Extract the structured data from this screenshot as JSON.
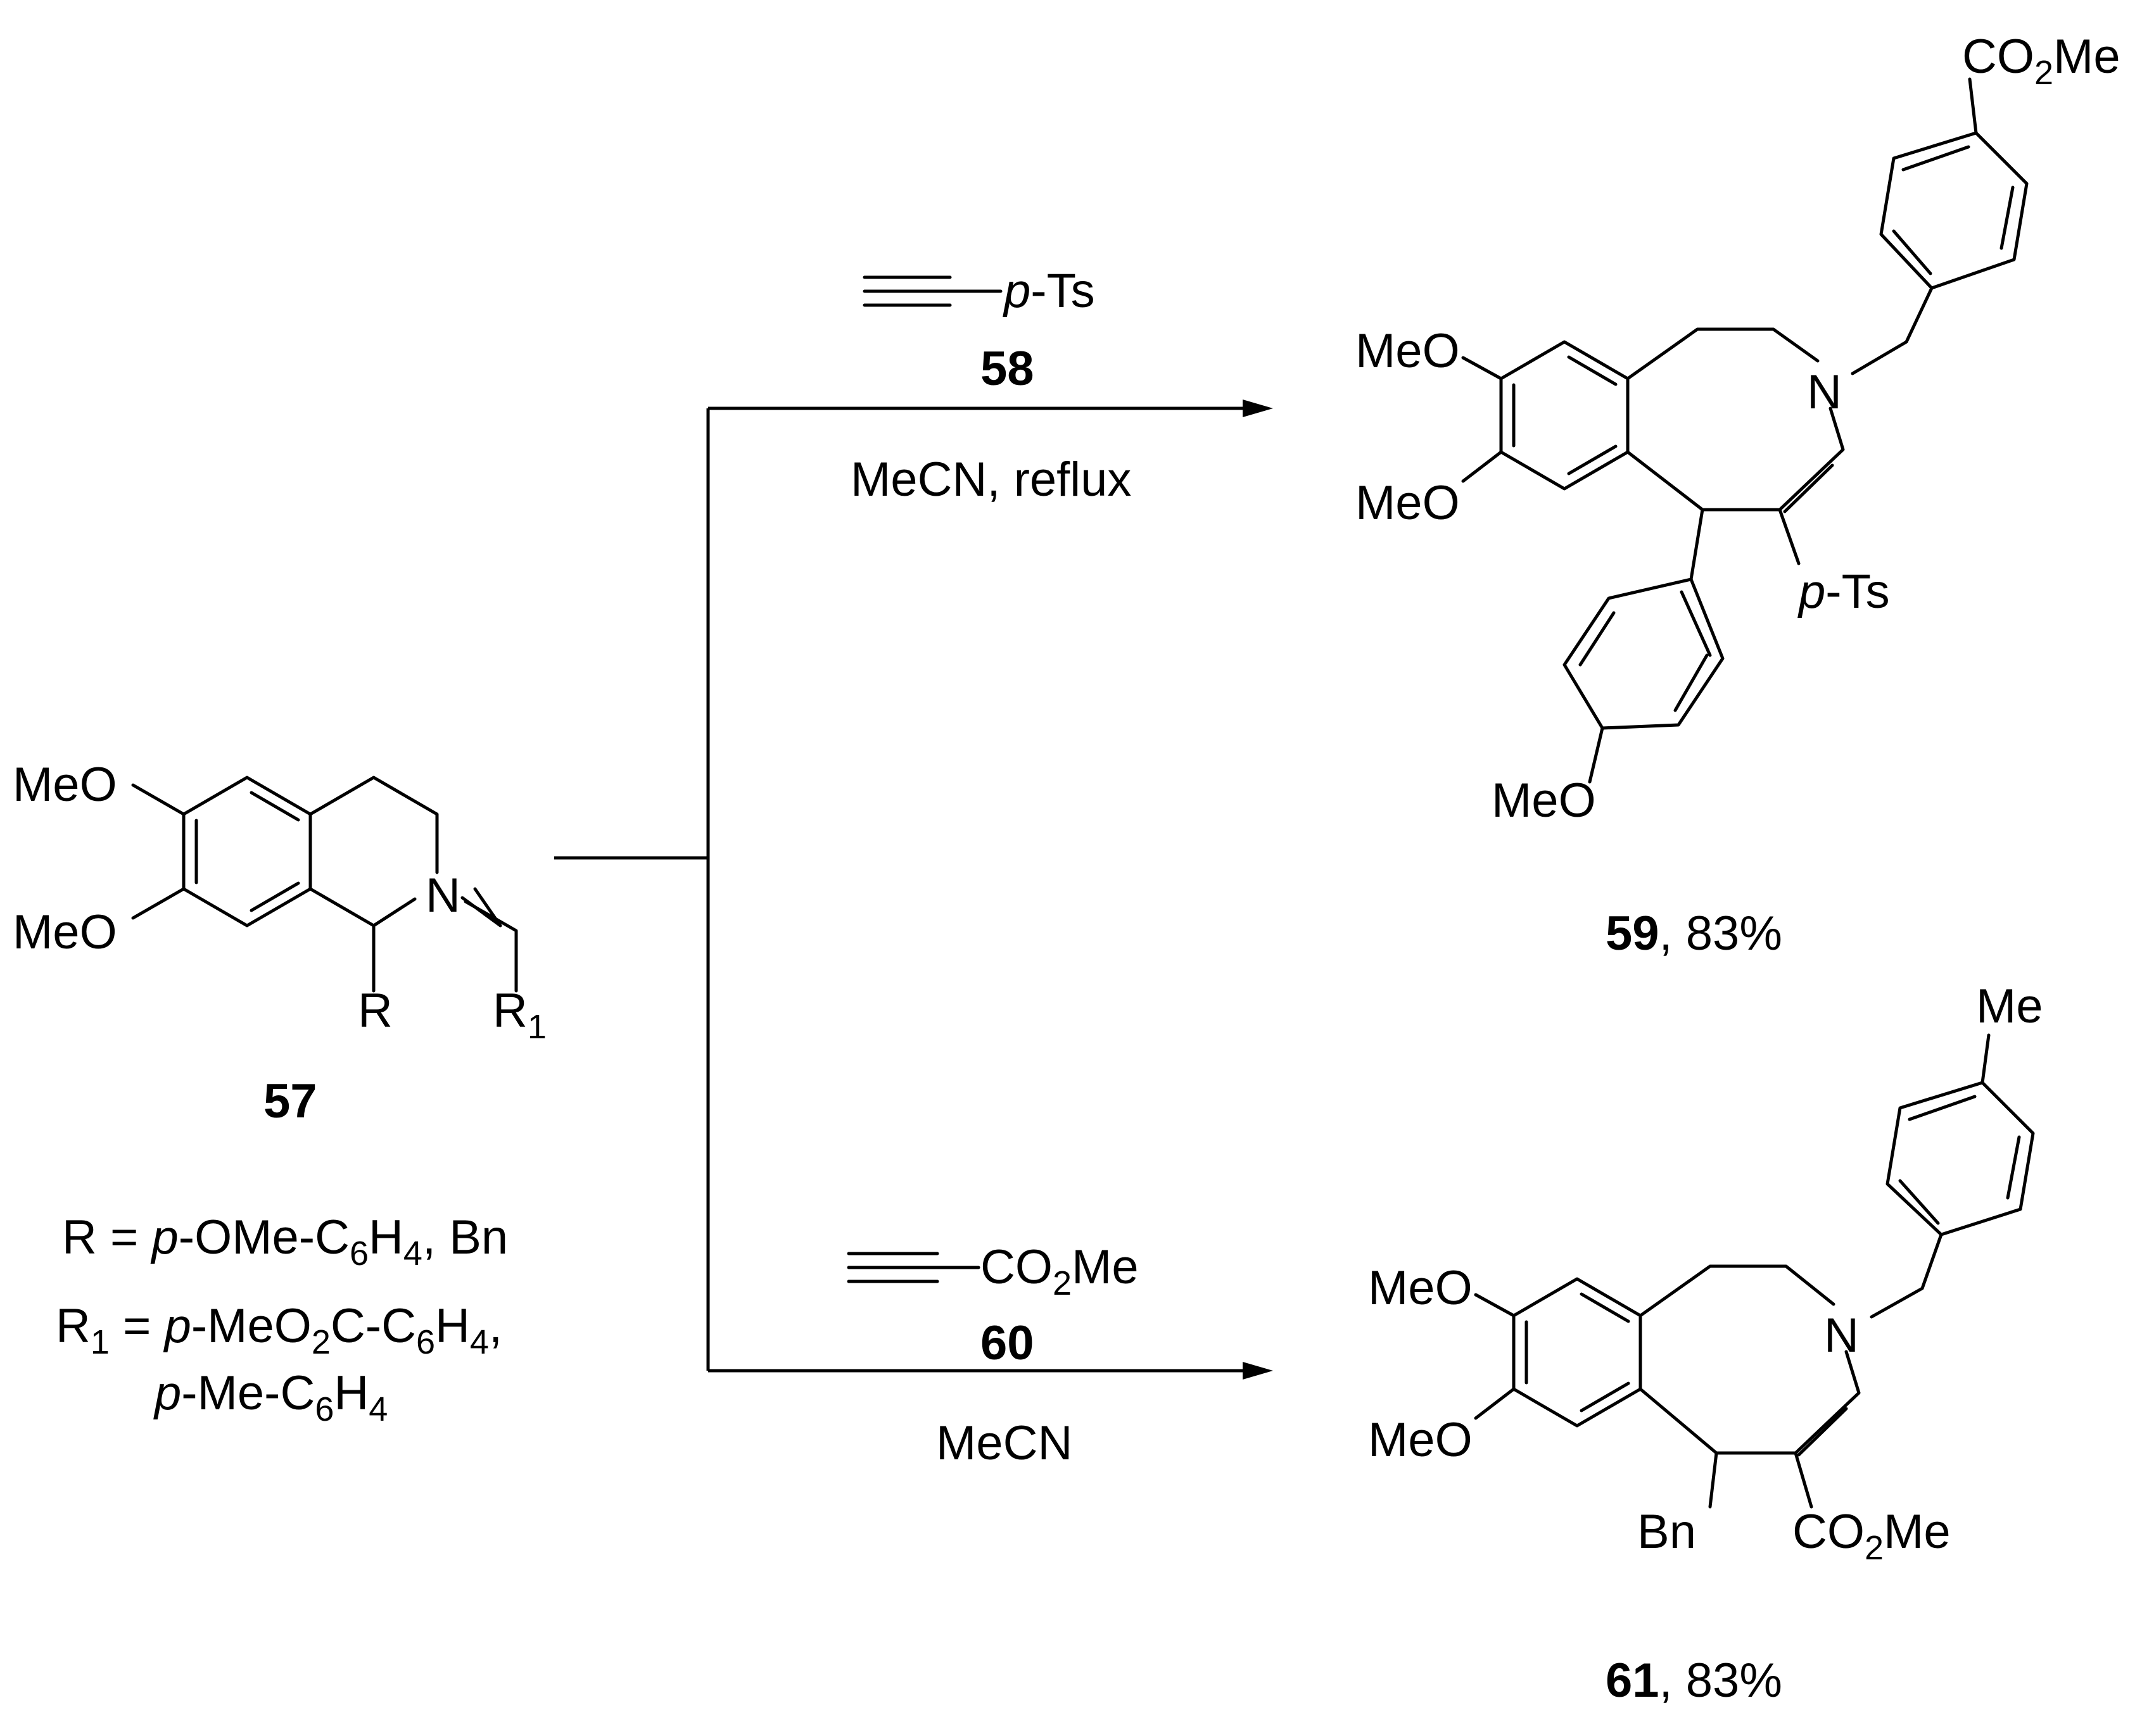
{
  "compound_57": {
    "number": "57",
    "substituents": {
      "ome_top": "MeO",
      "ome_bottom": "MeO",
      "n": "N",
      "r": "R",
      "r1": "R",
      "r1_sub": "1"
    },
    "def_r": {
      "prefix": "R = ",
      "p": "p",
      "mid": "-OMe-C",
      "sub1": "6",
      "mid2": "H",
      "sub2": "4",
      "end": ", Bn"
    },
    "def_r1_line1": {
      "r": "R",
      "r_sub": "1",
      "eq": " = ",
      "p": "p",
      "mid": "-MeO",
      "sub1": "2",
      "mid2": "C-C",
      "sub2": "6",
      "mid3": "H",
      "sub3": "4",
      "end": ","
    },
    "def_r1_line2": {
      "p": "p",
      "mid": "-Me-C",
      "sub1": "6",
      "mid2": "H",
      "sub2": "4"
    }
  },
  "reaction_top": {
    "reagent_group": {
      "p": "p",
      "rest": "-Ts"
    },
    "reagent_number": "58",
    "conditions": "MeCN, reflux"
  },
  "reaction_bottom": {
    "reagent_group": {
      "a": "CO",
      "sub": "2",
      "b": "Me"
    },
    "reagent_number": "60",
    "conditions": "MeCN"
  },
  "product_59": {
    "number": "59",
    "yield": ", 83%",
    "ome_a": "MeO",
    "ome_b": "MeO",
    "ome_aryl": "MeO",
    "n": "N",
    "ts": {
      "p": "p",
      "rest": "-Ts"
    },
    "ester": {
      "a": "CO",
      "sub": "2",
      "b": "Me"
    }
  },
  "product_61": {
    "number": "61",
    "yield": ", 83%",
    "ome_a": "MeO",
    "ome_b": "MeO",
    "n": "N",
    "bn": "Bn",
    "me": "Me",
    "ester": {
      "a": "CO",
      "sub": "2",
      "b": "Me"
    }
  }
}
